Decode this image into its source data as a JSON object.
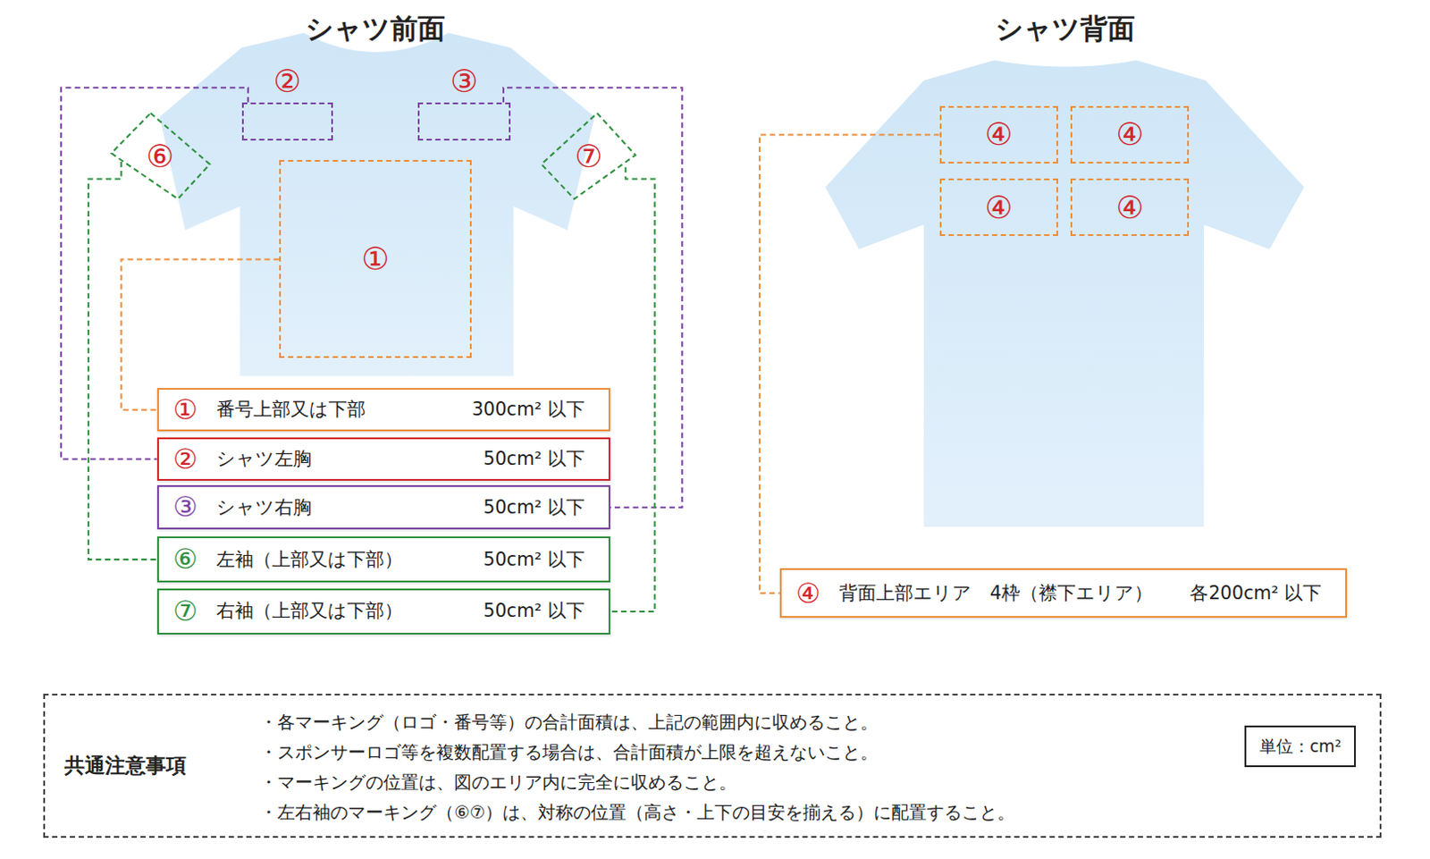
{
  "diagram": {
    "nodes": [
      {
        "text": [
          "②"
        ]
      },
      {
        "text": [
          "③"
        ]
      },
      {
        "text": [
          "⑥"
        ]
      },
      {
        "text": [
          "⑦"
        ]
      },
      {
        "text": [
          "①"
        ]
      },
      {
        "text": [
          "④"
        ]
      },
      {
        "text": [
          "④"
        ]
      },
      {
        "text": [
          "④"
        ]
      },
      {
        "text": [
          "④"
        ]
      },
      {
        "text": [
          "①",
          "番号上部又は下部",
          "300cm² 以下"
        ]
      },
      {
        "text": [
          "②",
          "シャツ左胸",
          "50cm² 以下"
        ]
      },
      {
        "text": [
          "③",
          "シャツ右胸",
          "50cm² 以下"
        ]
      },
      {
        "text": [
          "⑥",
          "左袖（上部又は下部）",
          "50cm² 以下"
        ]
      },
      {
        "text": [
          "⑦",
          "右袖（上部又は下部）",
          "50cm² 以下"
        ]
      },
      {
        "text": [
          "④",
          "背面上部エリア　4枠（襟下エリア）",
          "各200cm² 以下"
        ]
      },
      {
        "text": [
          "共通注意事項",
          "・各マーキング（ロゴ・番号等）の合計面積は、上記の範囲内に収めること。",
          "・スポンサーロゴ等を複数配置する場合は、合計面積が上限を超えないこと。",
          "・マーキングの位置は、図のエリア内に完全に収めること。",
          "・左右袖のマーキング（⑥⑦）は、対称の位置（高さ・上下の目安を揃える）に配置すること。"
        ]
      },
      {
        "text": [
          "単位：cm²"
        ],
        "in": 15
      }
    ],
    "edges": [
      {
        "from": 4,
        "to": 9,
        "arrow": "none"
      },
      {
        "from": 0,
        "to": 10,
        "arrow": "none"
      },
      {
        "from": 1,
        "to": 11,
        "arrow": "none"
      },
      {
        "from": 2,
        "to": 12,
        "arrow": "none"
      },
      {
        "from": 3,
        "to": 13,
        "arrow": "none"
      },
      {
        "from": 5,
        "to": 14,
        "arrow": "none"
      }
    ],
    "labels": [
      "シャツ前面",
      "シャツ背面"
    ]
  }
}
